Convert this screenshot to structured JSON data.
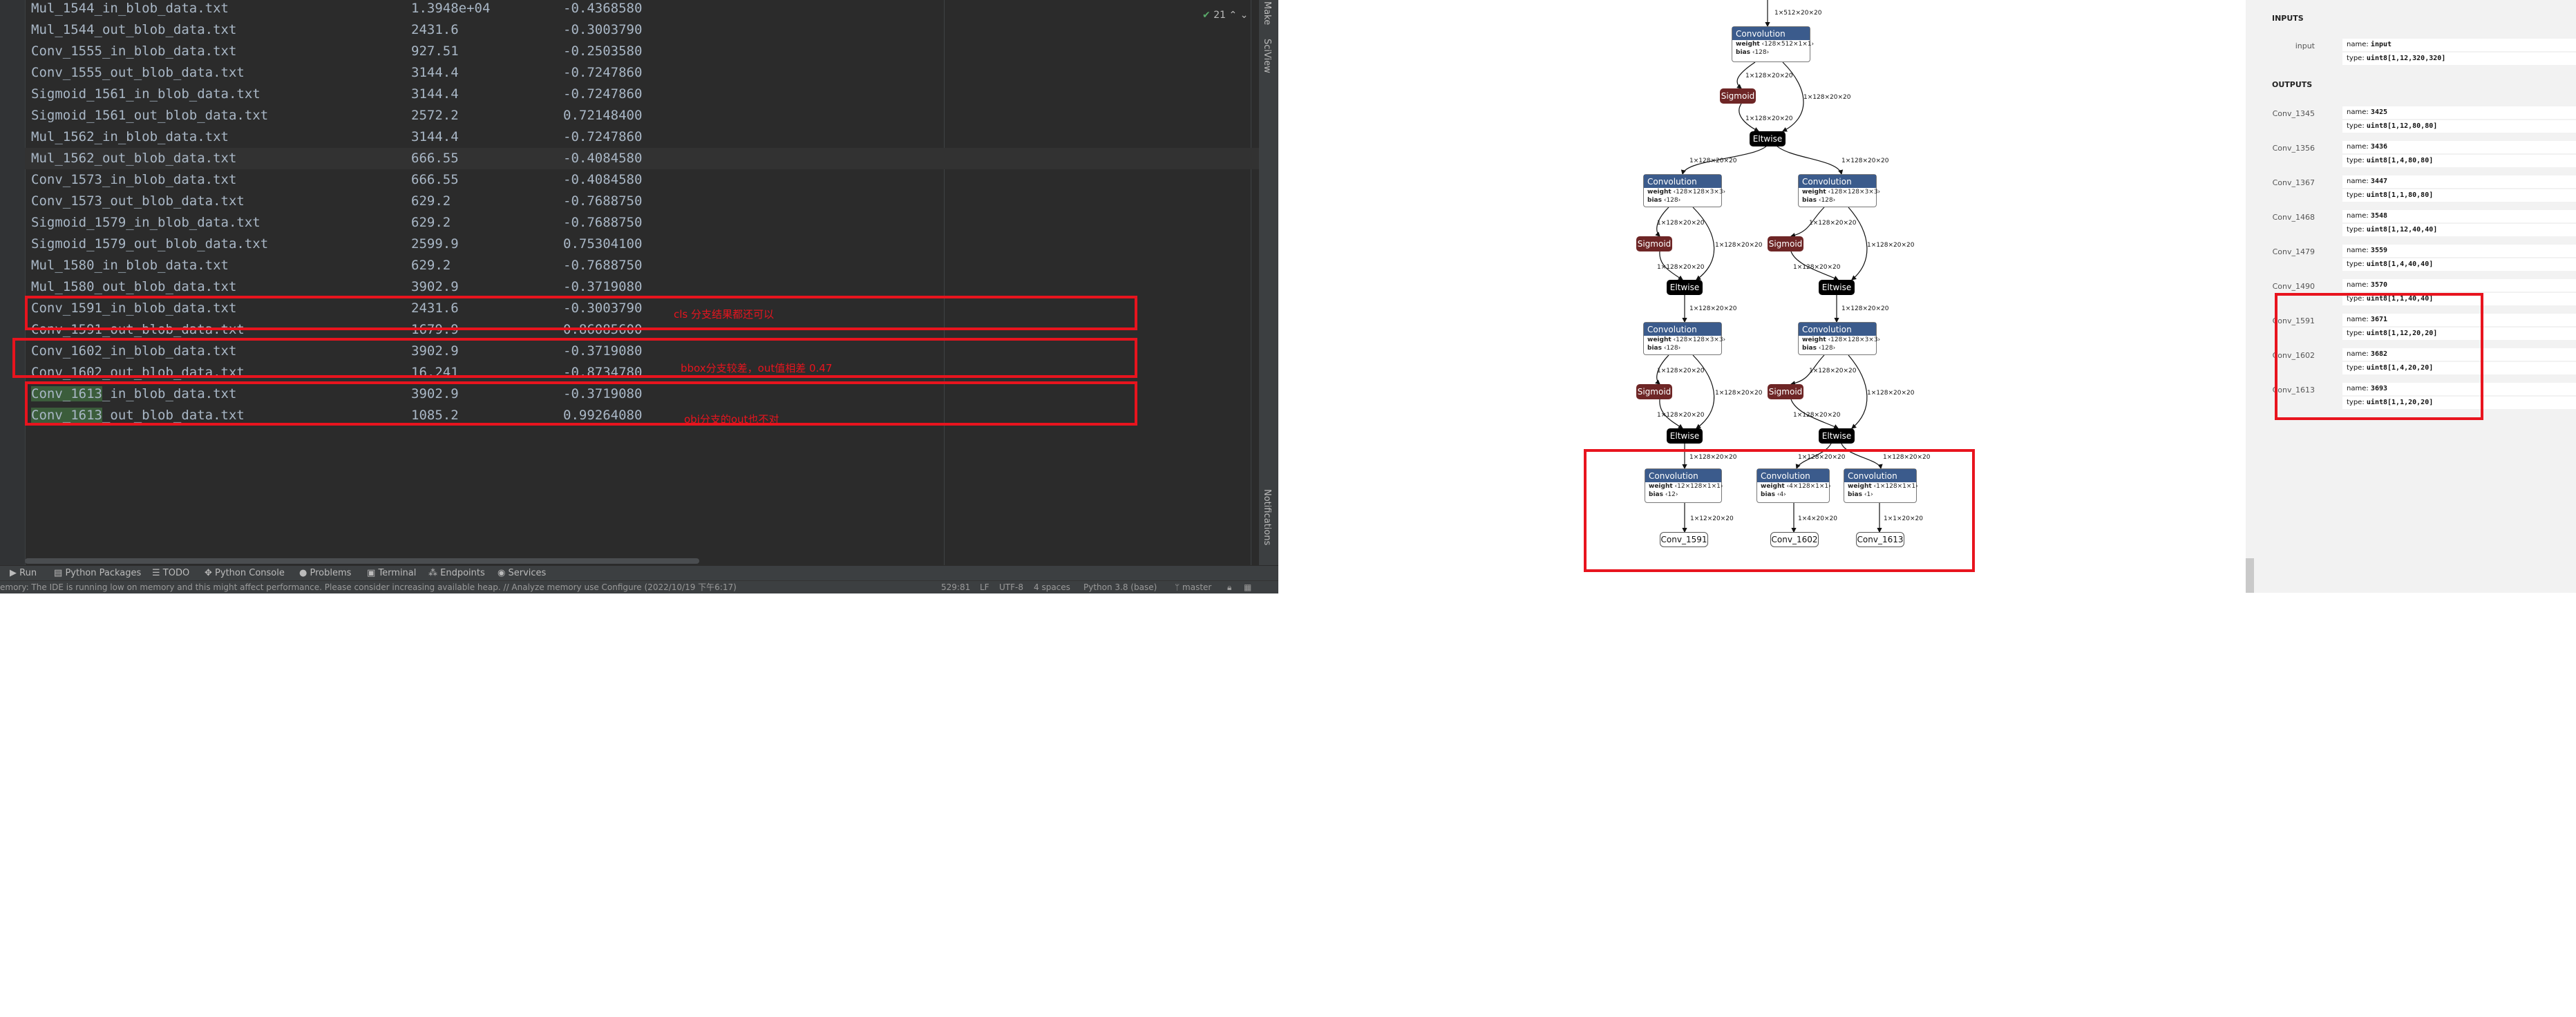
{
  "ide": {
    "problems_count": "21",
    "right_tabs": {
      "make": "Make",
      "sciview": "SciView",
      "notifications": "Notifications"
    },
    "rows": [
      {
        "name": "Mul_1544_in_blob_data.txt",
        "max": "1.3948e+04",
        "min": "-0.4368580"
      },
      {
        "name": "Mul_1544_out_blob_data.txt",
        "max": "2431.6",
        "min": "-0.3003790"
      },
      {
        "name": "Conv_1555_in_blob_data.txt",
        "max": "927.51",
        "min": "-0.2503580"
      },
      {
        "name": "Conv_1555_out_blob_data.txt",
        "max": "3144.4",
        "min": "-0.7247860"
      },
      {
        "name": "Sigmoid_1561_in_blob_data.txt",
        "max": "3144.4",
        "min": "-0.7247860"
      },
      {
        "name": "Sigmoid_1561_out_blob_data.txt",
        "max": "2572.2",
        "min": "0.72148400"
      },
      {
        "name": "Mul_1562_in_blob_data.txt",
        "max": "3144.4",
        "min": "-0.7247860"
      },
      {
        "name": "Mul_1562_out_blob_data.txt",
        "max": "666.55",
        "min": "-0.4084580"
      },
      {
        "name": "Conv_1573_in_blob_data.txt",
        "max": "666.55",
        "min": "-0.4084580"
      },
      {
        "name": "Conv_1573_out_blob_data.txt",
        "max": "629.2",
        "min": "-0.7688750"
      },
      {
        "name": "Sigmoid_1579_in_blob_data.txt",
        "max": "629.2",
        "min": "-0.7688750"
      },
      {
        "name": "Sigmoid_1579_out_blob_data.txt",
        "max": "2599.9",
        "min": "0.75304100"
      },
      {
        "name": "Mul_1580_in_blob_data.txt",
        "max": "629.2",
        "min": "-0.7688750"
      },
      {
        "name": "Mul_1580_out_blob_data.txt",
        "max": "3902.9",
        "min": "-0.3719080"
      },
      {
        "name": "Conv_1591_in_blob_data.txt",
        "max": "2431.6",
        "min": "-0.3003790"
      },
      {
        "name": "Conv_1591_out_blob_data.txt",
        "max": "1679.9",
        "min": "0.86085600"
      },
      {
        "name": "Conv_1602_in_blob_data.txt",
        "max": "3902.9",
        "min": "-0.3719080"
      },
      {
        "name": "Conv_1602_out_blob_data.txt",
        "max": "16.241",
        "min": "-0.8734780"
      },
      {
        "name_pre": "Conv_1613",
        "name_post": "_in_blob_data.txt",
        "max": "3902.9",
        "min": "-0.3719080"
      },
      {
        "name_pre": "Conv_1613",
        "name_post": "_out_blob_data.txt",
        "max": "1085.2",
        "min": "0.99264080"
      }
    ],
    "annotations": {
      "a1": "cls 分支结果都还可以",
      "a2": "bbox分支较差，out值相差 0.47",
      "a3": "obj分支的out也不对"
    },
    "toolbar": {
      "run": "Run",
      "python_packages": "Python Packages",
      "todo": "TODO",
      "python_console": "Python Console",
      "problems": "Problems",
      "terminal": "Terminal",
      "endpoints": "Endpoints",
      "services": "Services"
    },
    "status": {
      "message": "emory: The IDE is running low on memory and this might affect performance. Please consider increasing available heap. // Analyze memory use  Configure (2022/10/19 下午6:17)",
      "position": "529:81",
      "line_sep": "LF",
      "encoding": "UTF-8",
      "indent": "4 spaces",
      "interpreter": "Python 3.8 (base)",
      "branch": "master"
    }
  },
  "graph": {
    "top_edge_label": "1×512×20×20",
    "conv_top": {
      "title": "Convolution",
      "weight": "‹128×512×1×1›",
      "bias": "‹128›"
    },
    "conv_l1": {
      "title": "Convolution",
      "weight": "‹128×128×3×3›",
      "bias": "‹128›"
    },
    "conv_r1": {
      "title": "Convolution",
      "weight": "‹128×128×3×3›",
      "bias": "‹128›"
    },
    "conv_l2": {
      "title": "Convolution",
      "weight": "‹128×128×3×3›",
      "bias": "‹128›"
    },
    "conv_r2": {
      "title": "Convolution",
      "weight": "‹128×128×3×3›",
      "bias": "‹128›"
    },
    "conv_b1": {
      "title": "Convolution",
      "weight": "‹12×128×1×1›",
      "bias": "‹12›"
    },
    "conv_b2": {
      "title": "Convolution",
      "weight": "‹4×128×1×1›",
      "bias": "‹4›"
    },
    "conv_b3": {
      "title": "Convolution",
      "weight": "‹1×128×1×1›",
      "bias": "‹1›"
    },
    "weight_label": "weight",
    "bias_label": "bias",
    "sigmoid": "Sigmoid",
    "eltwise": "Eltwise",
    "edge_128": "1×128×20×20",
    "edge_12": "1×12×20×20",
    "edge_4": "1×4×20×20",
    "edge_1": "1×1×20×20",
    "out1": "Conv_1591",
    "out2": "Conv_1602",
    "out3": "Conv_1613"
  },
  "props": {
    "inputs_title": "INPUTS",
    "outputs_title": "OUTPUTS",
    "name_label": "name:",
    "type_label": "type:",
    "input": {
      "label": "input",
      "name": "input",
      "type": "uint8[1,12,320,320]"
    },
    "outputs": [
      {
        "label": "Conv_1345",
        "name": "3425",
        "type": "uint8[1,12,80,80]"
      },
      {
        "label": "Conv_1356",
        "name": "3436",
        "type": "uint8[1,4,80,80]"
      },
      {
        "label": "Conv_1367",
        "name": "3447",
        "type": "uint8[1,1,80,80]"
      },
      {
        "label": "Conv_1468",
        "name": "3548",
        "type": "uint8[1,12,40,40]"
      },
      {
        "label": "Conv_1479",
        "name": "3559",
        "type": "uint8[1,4,40,40]"
      },
      {
        "label": "Conv_1490",
        "name": "3570",
        "type": "uint8[1,1,40,40]"
      },
      {
        "label": "Conv_1591",
        "name": "3671",
        "type": "uint8[1,12,20,20]"
      },
      {
        "label": "Conv_1602",
        "name": "3682",
        "type": "uint8[1,4,20,20]"
      },
      {
        "label": "Conv_1613",
        "name": "3693",
        "type": "uint8[1,1,20,20]"
      }
    ]
  },
  "colors": {
    "annotation_red": "#e8141e",
    "conv_header": "#3b5b8c",
    "sigmoid": "#6e2626",
    "ide_bg": "#2b2b2b"
  }
}
